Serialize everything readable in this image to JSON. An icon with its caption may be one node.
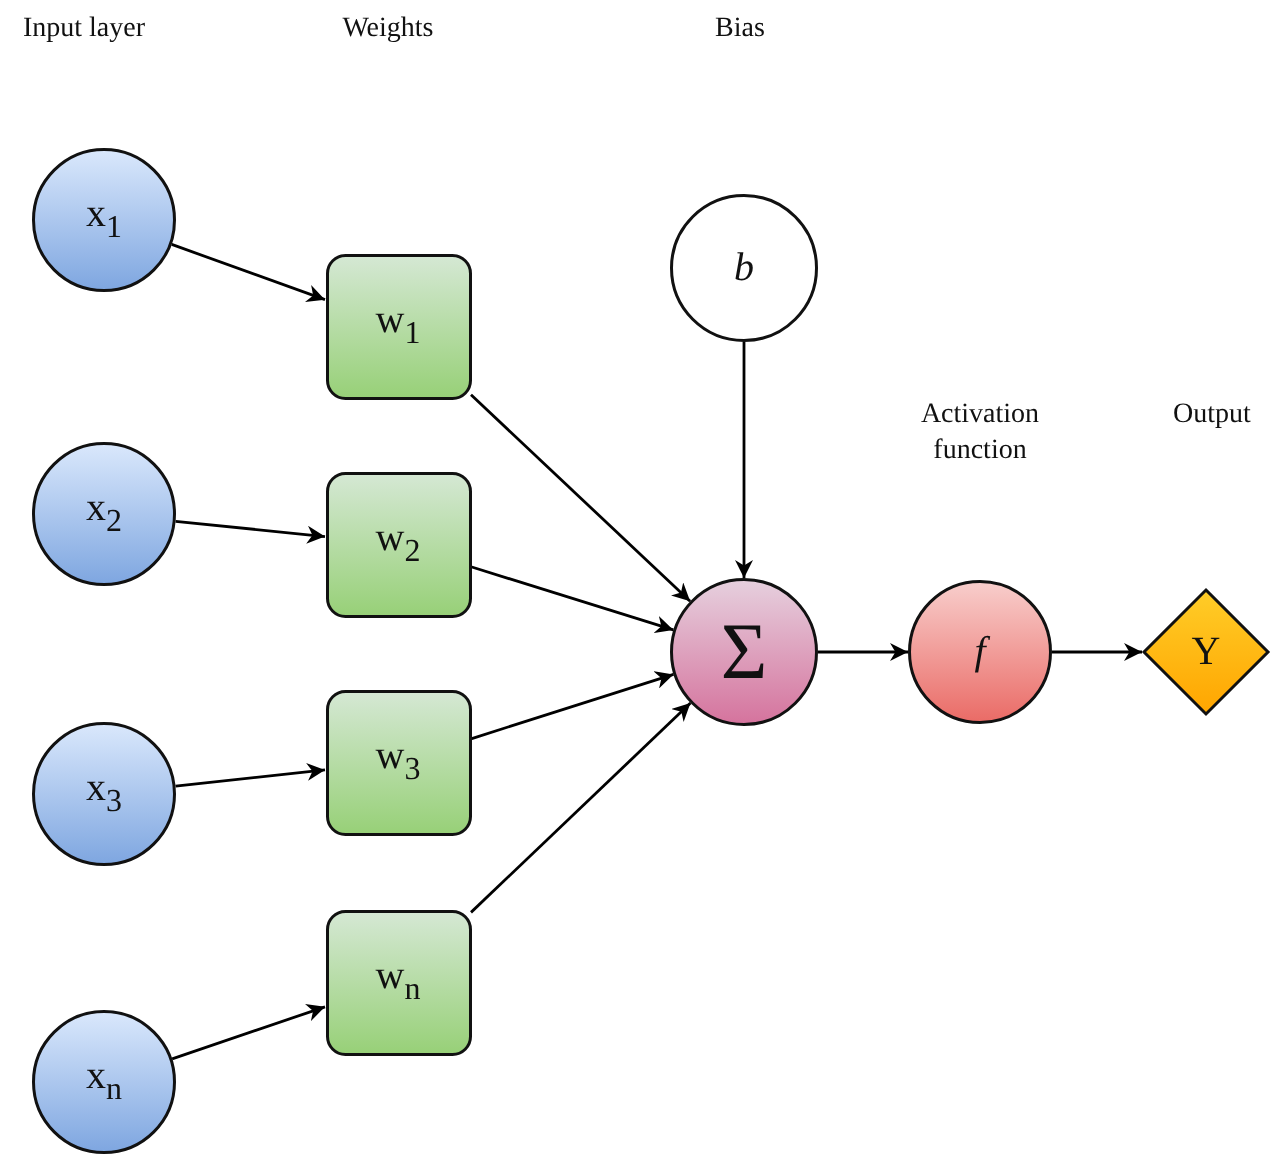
{
  "diagram": {
    "nodes": [
      {
        "text": [
          "x$_{1}$"
        ]
      },
      {
        "text": [
          "x$_{2}$"
        ]
      },
      {
        "text": [
          "x$_{3}$"
        ]
      },
      {
        "text": [
          "x$_{n}$"
        ]
      },
      {
        "text": [
          "w$_{1}$"
        ]
      },
      {
        "text": [
          "w$_{2}$"
        ]
      },
      {
        "text": [
          "w$_{3}$"
        ]
      },
      {
        "text": [
          "w$_{n}$"
        ]
      },
      {
        "text": [
          "b"
        ]
      },
      {
        "text": [
          "Σ"
        ]
      },
      {
        "text": [
          "f"
        ]
      },
      {
        "text": [
          "Y"
        ]
      }
    ],
    "edges": [
      {
        "from": 0,
        "to": 4,
        "arrow": "to"
      },
      {
        "from": 1,
        "to": 5,
        "arrow": "to"
      },
      {
        "from": 2,
        "to": 6,
        "arrow": "to"
      },
      {
        "from": 3,
        "to": 7,
        "arrow": "to"
      },
      {
        "from": 4,
        "to": 9,
        "arrow": "to"
      },
      {
        "from": 5,
        "to": 9,
        "arrow": "to"
      },
      {
        "from": 6,
        "to": 9,
        "arrow": "to"
      },
      {
        "from": 7,
        "to": 9,
        "arrow": "to"
      },
      {
        "from": 8,
        "to": 9,
        "arrow": "to"
      },
      {
        "from": 9,
        "to": 10,
        "arrow": "to"
      },
      {
        "from": 10,
        "to": 11,
        "arrow": "to"
      }
    ],
    "labels": [
      "Input layer",
      "Weights",
      "Bias",
      "Activation function",
      "Output"
    ]
  }
}
